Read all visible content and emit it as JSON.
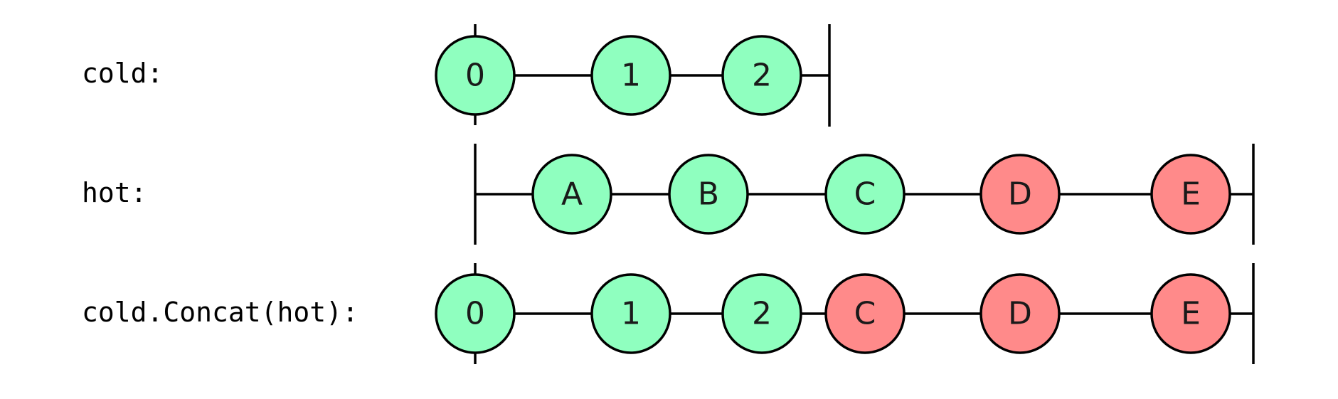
{
  "diagram": {
    "line_color": "#000000",
    "rows": [
      {
        "label": "cold:",
        "marbles": [
          {
            "text": "0",
            "color": "#8fffbf"
          },
          {
            "text": "1",
            "color": "#8fffbf"
          },
          {
            "text": "2",
            "color": "#8fffbf"
          }
        ]
      },
      {
        "label": "hot:",
        "marbles": [
          {
            "text": "A",
            "color": "#ff8a8a"
          },
          {
            "text": "B",
            "color": "#ff8a8a"
          },
          {
            "text": "C",
            "color": "#ff8a8a"
          },
          {
            "text": "D",
            "color": "#ff8a8a"
          },
          {
            "text": "E",
            "color": "#ff8a8a"
          }
        ]
      },
      {
        "label": "cold.Concat(hot):",
        "marbles": [
          {
            "text": "0",
            "color": "#8fffbf"
          },
          {
            "text": "1",
            "color": "#8fffbf"
          },
          {
            "text": "2",
            "color": "#8fffbf"
          },
          {
            "text": "C",
            "color": "#ff8a8a"
          },
          {
            "text": "D",
            "color": "#ff8a8a"
          },
          {
            "text": "E",
            "color": "#ff8a8a"
          }
        ]
      }
    ]
  }
}
